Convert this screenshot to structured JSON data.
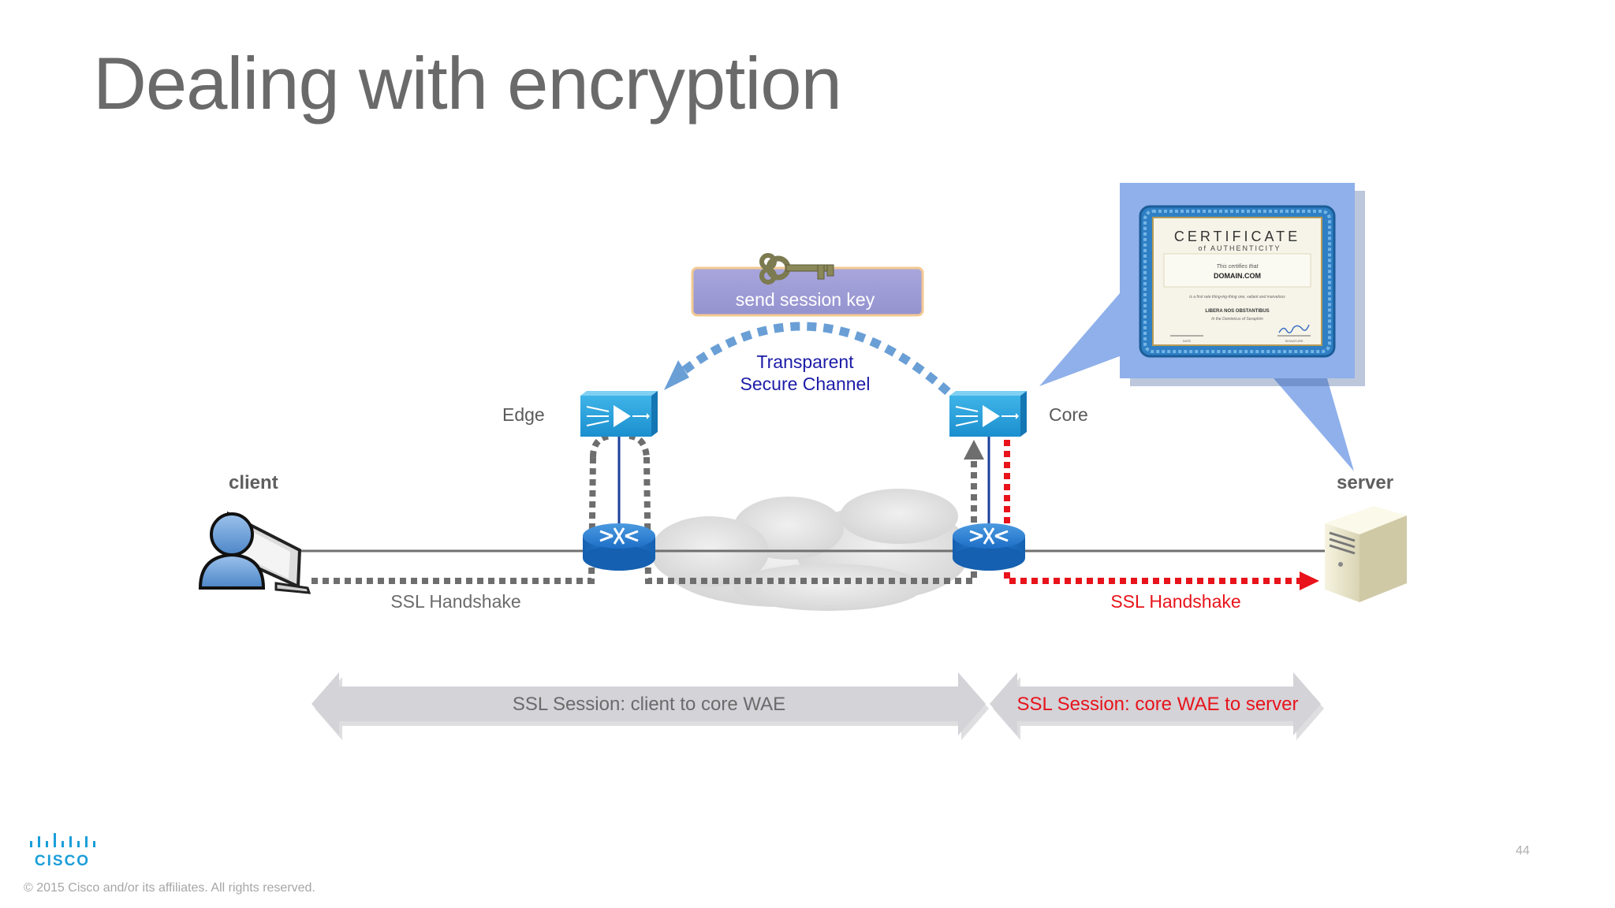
{
  "slide": {
    "title": "Dealing with encryption",
    "page_number": "44",
    "copyright": "© 2015  Cisco and/or its affiliates. All rights reserved.",
    "logo": {
      "icon": "cisco-logo",
      "text": "CISCO"
    }
  },
  "diagram": {
    "nodes": {
      "client": "client",
      "server": "server",
      "edge": "Edge",
      "core": "Core"
    },
    "key_box": {
      "label": "send session key",
      "icon": "key-icon"
    },
    "channel": {
      "line1": "Transparent",
      "line2": "Secure Channel"
    },
    "handshake_left": "SSL Handshake",
    "handshake_right": "SSL Handshake",
    "session_left": "SSL Session: client to core WAE",
    "session_right": "SSL Session: core WAE to server",
    "certificate": {
      "title": "CERTIFICATE",
      "subtitle": "of AUTHENTICITY",
      "certifies": "This certifies that",
      "domain": "DOMAIN.COM",
      "body": "is a first rate thing-ing-thing one, valiant and marvelous",
      "motto": "LIBERA NOS OBSTANTIBUS",
      "note": "In the Dominicus of Seraphim",
      "date_label": "DATE",
      "sign_label": "SIGNATURE"
    },
    "colors": {
      "grey_path": "#6e6e6e",
      "red_path": "#e8131b",
      "blue_channel": "#6a9fd6",
      "channel_text": "#1c1ca8",
      "certificate_bg": "#8fb0ea"
    }
  }
}
